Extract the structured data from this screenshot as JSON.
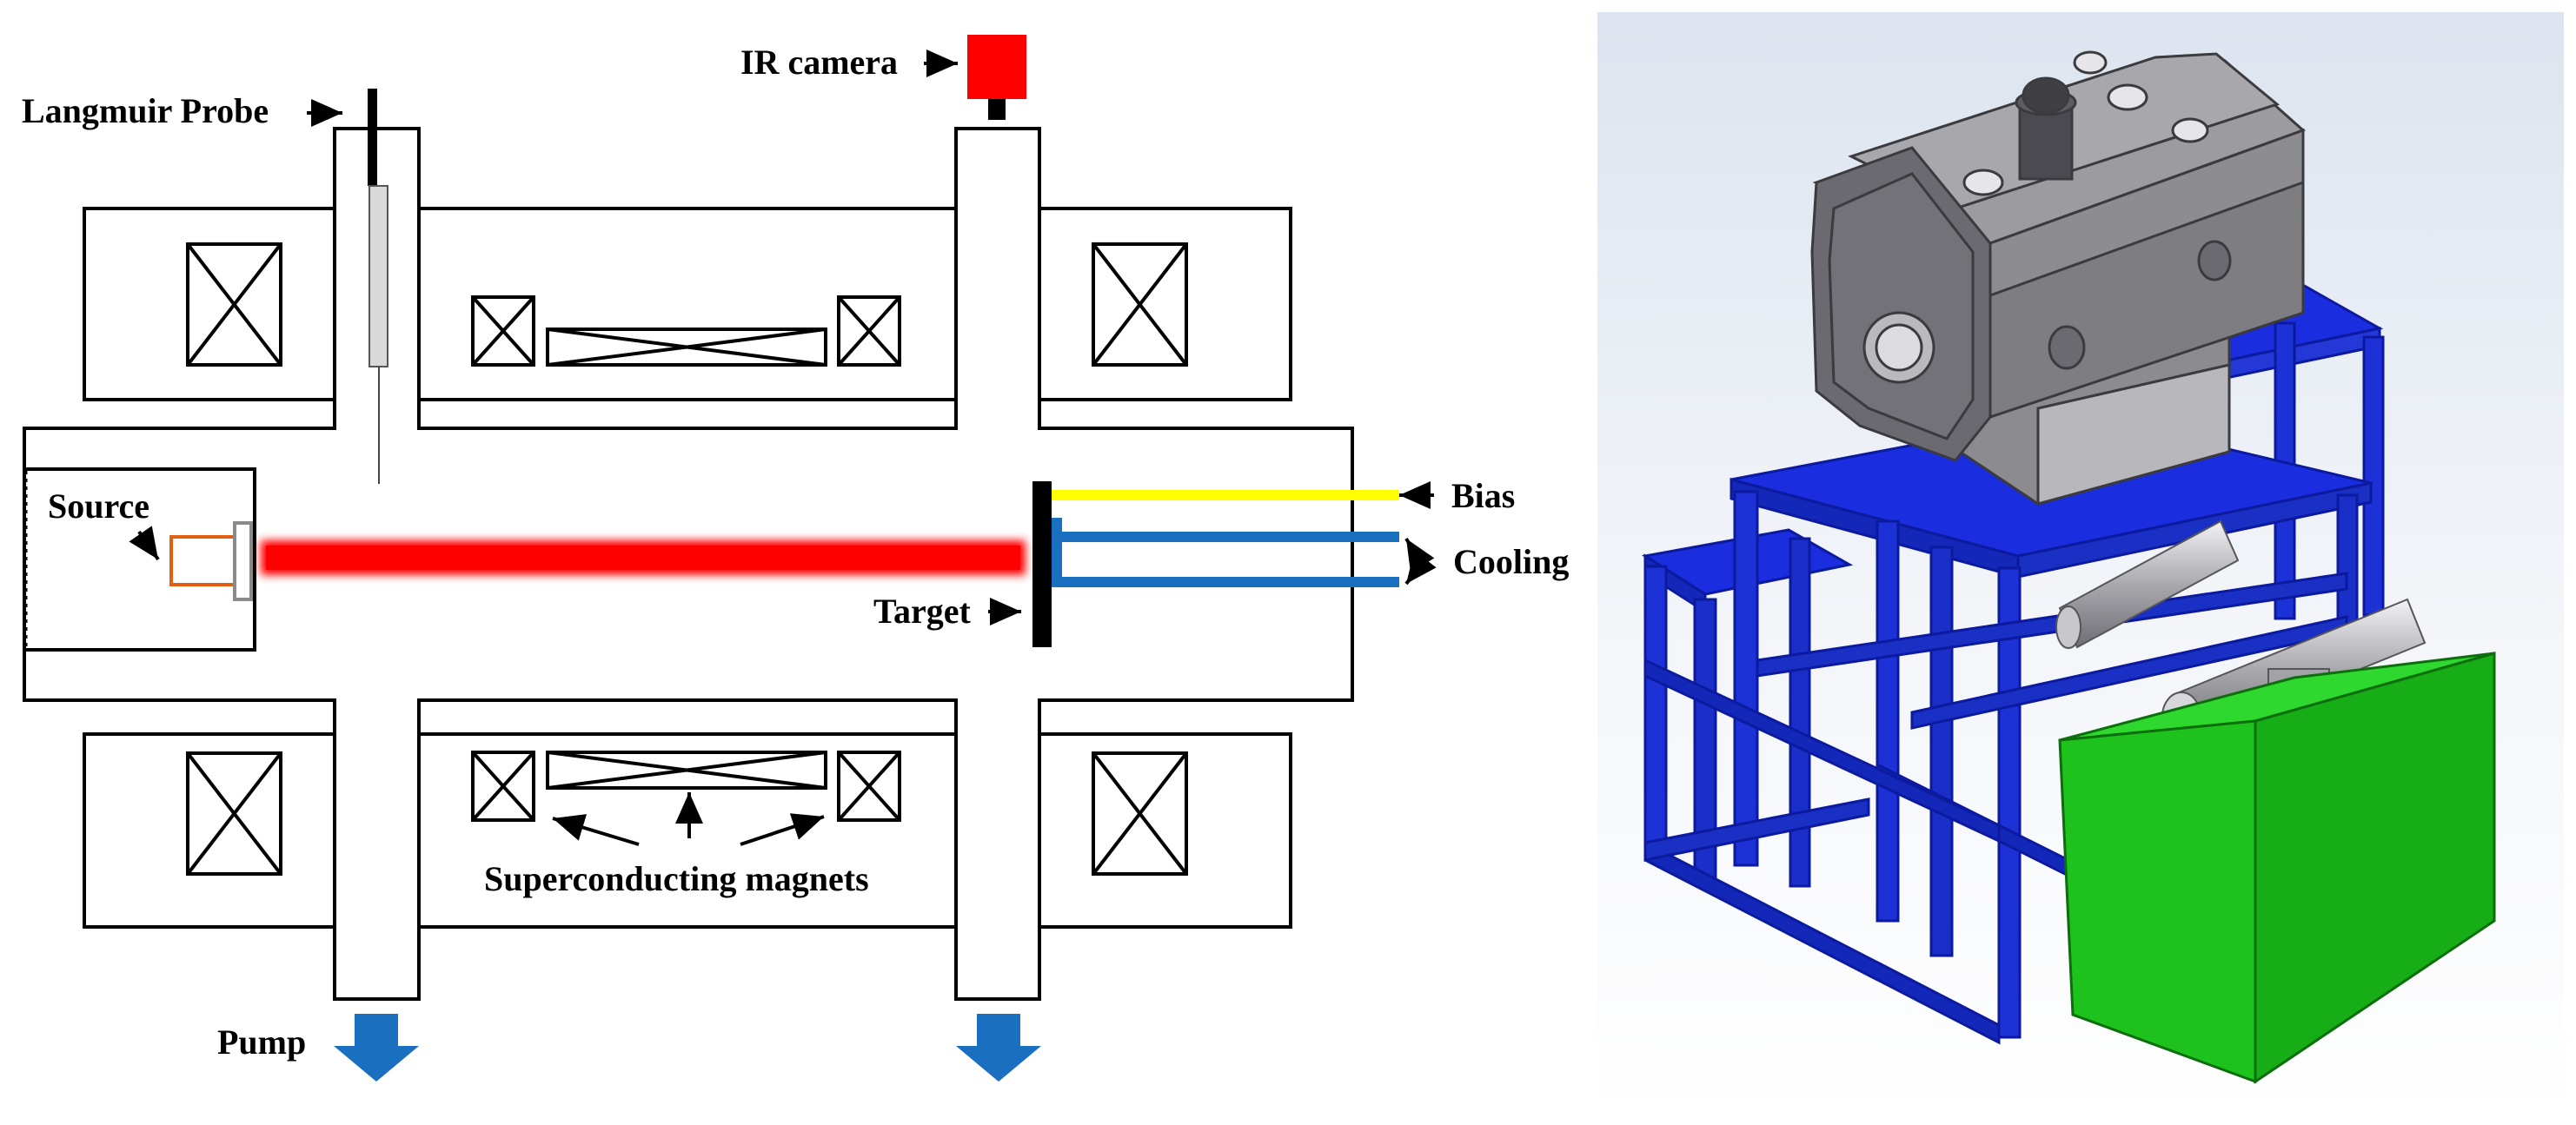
{
  "labels": {
    "langmuir_probe": "Langmuir Probe",
    "ir_camera": "IR camera",
    "source": "Source",
    "bias": "Bias",
    "cooling": "Cooling",
    "target": "Target",
    "superconducting_magnets": "Superconducting magnets",
    "pump": "Pump"
  },
  "colors": {
    "plasma_beam": "#ff0000",
    "ir_camera": "#ff0000",
    "source": "#e06010",
    "bias_line": "#ffff00",
    "cooling_line": "#1a6fc0",
    "pump_arrow": "#1a6fc0",
    "frame": "#1a2ee0",
    "pump_box": "#1dc21d",
    "chamber": "#7d7d82"
  },
  "icons": {
    "pump_arrow": "arrow-down-icon",
    "ir_camera": "camera-icon"
  }
}
